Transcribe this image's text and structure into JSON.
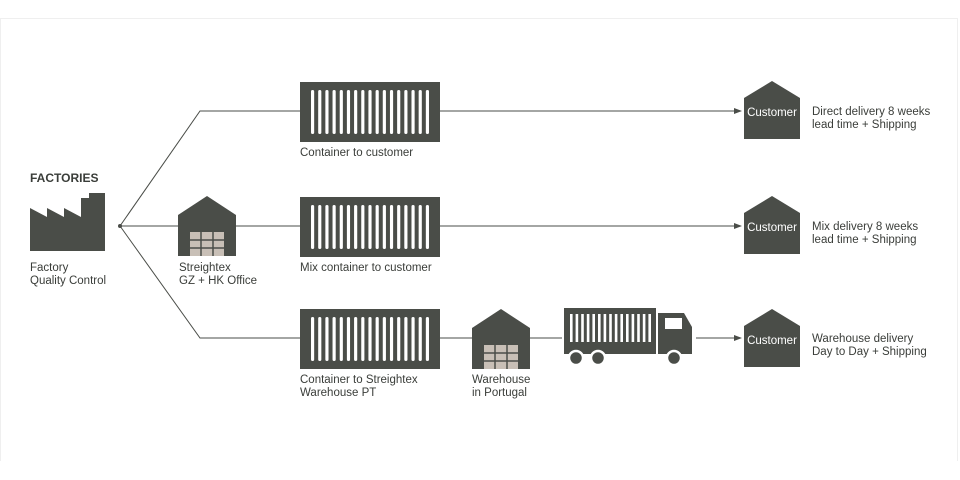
{
  "colors": {
    "dark": "#4a4d48",
    "box": "#c8bfb6",
    "line": "#4a4d48"
  },
  "factories": {
    "title": "FACTORIES",
    "label": "Factory\nQuality Control"
  },
  "office": {
    "label": "Streightex\nGZ + HK Office"
  },
  "routes": [
    {
      "container_label": "Container to customer",
      "customer": "Customer",
      "delivery": "Direct delivery 8 weeks\nlead time + Shipping"
    },
    {
      "container_label": "Mix container to customer",
      "customer": "Customer",
      "delivery": "Mix delivery 8 weeks\nlead time + Shipping"
    },
    {
      "container_label": "Container to Streightex\nWarehouse PT",
      "customer": "Customer",
      "delivery": "Warehouse delivery\nDay to Day + Shipping"
    }
  ],
  "warehouse_pt": {
    "label": "Warehouse\nin Portugal"
  },
  "icons": [
    "factory-icon",
    "warehouse-icon",
    "container-icon",
    "truck-icon",
    "customer-house-icon"
  ]
}
